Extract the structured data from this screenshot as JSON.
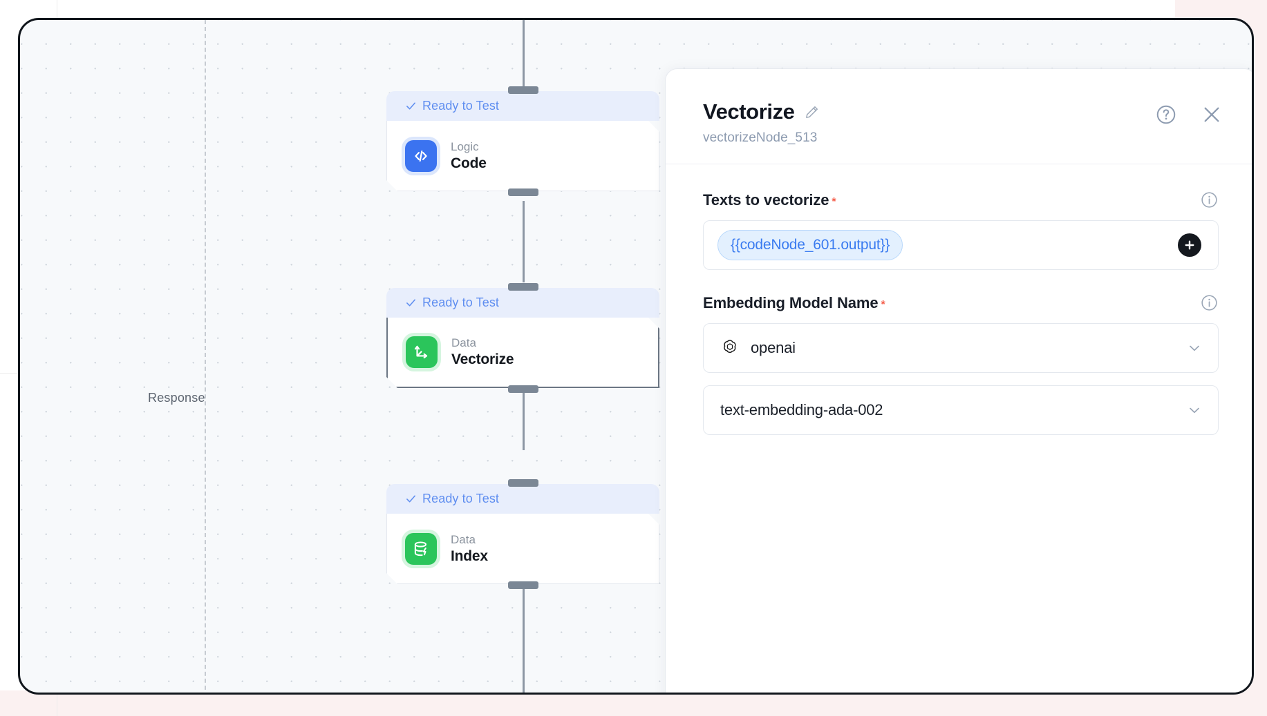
{
  "canvas": {
    "response_label": "Response",
    "nodes": [
      {
        "status": "Ready to Test",
        "category": "Logic",
        "title": "Code",
        "icon": "code-icon",
        "icon_color": "#3b73f0",
        "selected": false
      },
      {
        "status": "Ready to Test",
        "category": "Data",
        "title": "Vectorize",
        "icon": "vector-axes-icon",
        "icon_color": "#2bc55b",
        "selected": true
      },
      {
        "status": "Ready to Test",
        "category": "Data",
        "title": "Index",
        "icon": "database-bolt-icon",
        "icon_color": "#2bc55b",
        "selected": false
      }
    ]
  },
  "inspector": {
    "title": "Vectorize",
    "edit_icon": "pencil-icon",
    "subtitle": "vectorizeNode_513",
    "help_icon": "help-circle-icon",
    "close_icon": "close-icon",
    "fields": {
      "texts_to_vectorize": {
        "label": "Texts to vectorize",
        "required_marker": "*",
        "info_icon": "info-circle-icon",
        "chips": [
          "{{codeNode_601.output}}"
        ],
        "add_icon": "plus-icon"
      },
      "embedding_model_name": {
        "label": "Embedding Model Name",
        "required_marker": "*",
        "info_icon": "info-circle-icon",
        "provider_value": "openai",
        "provider_icon": "openai-logo-icon",
        "provider_caret": "chevron-down-icon",
        "model_value": "text-embedding-ada-002",
        "model_caret": "chevron-down-icon"
      }
    }
  },
  "colors": {
    "accent_blue": "#3a7bf0",
    "status_blue": "#5f8ef0",
    "node_green": "#2bc55b",
    "required_red": "#f4604d",
    "canvas_bg": "#f7f9fb"
  }
}
